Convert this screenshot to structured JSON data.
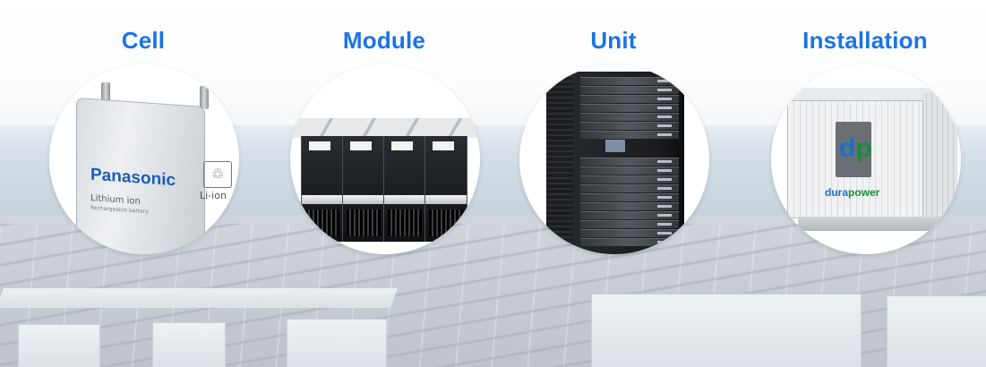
{
  "stages": [
    {
      "id": "cell",
      "title": "Cell"
    },
    {
      "id": "module",
      "title": "Module"
    },
    {
      "id": "unit",
      "title": "Unit"
    },
    {
      "id": "installation",
      "title": "Installation"
    }
  ],
  "cell": {
    "brand": "Panasonic",
    "label": "Lithium ion",
    "sublabel": "Rechargeable battery",
    "badge": "Li-ion"
  },
  "installation": {
    "logo_left": "d",
    "logo_right": "p",
    "brand_left": "dura",
    "brand_right": "power"
  },
  "colors": {
    "title": "#1a73e8",
    "panasonic_blue": "#1b5fb8",
    "durapower_green": "#1b8c3e",
    "durapower_blue": "#1e6fc9"
  }
}
